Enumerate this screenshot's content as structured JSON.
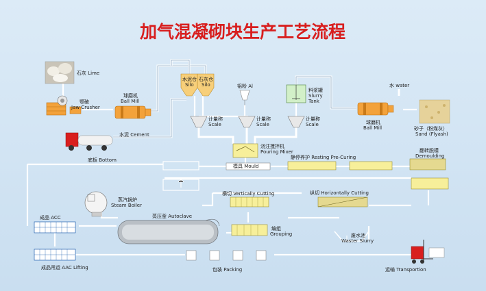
{
  "title": "加气混凝砌块生产工艺流程",
  "labels": {
    "lime": "石灰 Lime",
    "jaw_cn": "颚破",
    "jaw_en": "Jaw Crusher",
    "ballmill1_cn": "球磨机",
    "ballmill1_en": "Ball Mill",
    "silo1_cn": "水泥仓",
    "silo1_en": "Silo",
    "silo2_cn": "石灰仓",
    "silo2_en": "Silo",
    "al": "铝粉 Al",
    "slurry_cn": "料浆罐",
    "slurry_en1": "Slurry",
    "slurry_en2": "Tank",
    "water": "水 water",
    "scale_cn": "计量称",
    "scale_en": "Scale",
    "cement": "水泥 Cement",
    "ballmill2_cn": "球磨机",
    "ballmill2_en": "Ball Mill",
    "sand_cn": "砂子（粉煤灰）",
    "sand_en": "Sand (Flyash)",
    "mixer_cn": "浇注搅拌机",
    "mixer_en": "Pouring Mixer",
    "bottom": "底板 Bottom",
    "mould": "模具 Mould",
    "resting": "静停养护  Resting Pre-Curing",
    "demould_cn": "翻转脱模",
    "demould_en": "Demoulding",
    "vcut": "横切 Vertically Cutting",
    "hcut": "纵切  Horizontally  Cutting",
    "boiler_cn": "蒸汽锅炉",
    "boiler_en": "Steam Boiler",
    "autoclave": "蒸压釜  Autoclave",
    "acc": "成品 ACC",
    "grouping_cn": "编组",
    "grouping_en": "Grouping",
    "waste_cn": "废水池",
    "waste_en": "Waster Slurry",
    "lifting": "成品吊运  AAC Lifting",
    "packing": "包装   Packing",
    "transport": "运输  Transportion"
  }
}
